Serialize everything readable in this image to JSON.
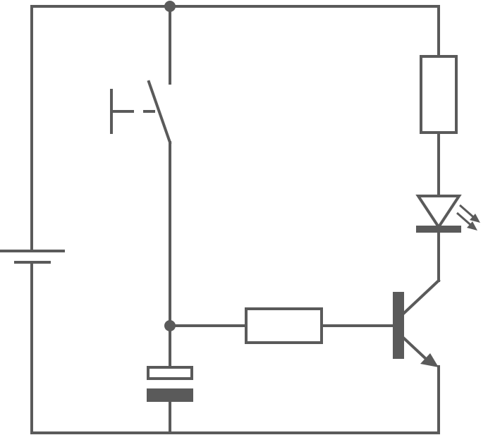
{
  "diagram": {
    "type": "circuit-schematic",
    "components": [
      "battery",
      "push-button-switch",
      "resistor",
      "resistor",
      "led",
      "npn-transistor",
      "polarized-capacitor",
      "junction-dot",
      "junction-dot"
    ]
  },
  "colors": {
    "wire": "#5a5a5a",
    "background": "#ffffff"
  }
}
